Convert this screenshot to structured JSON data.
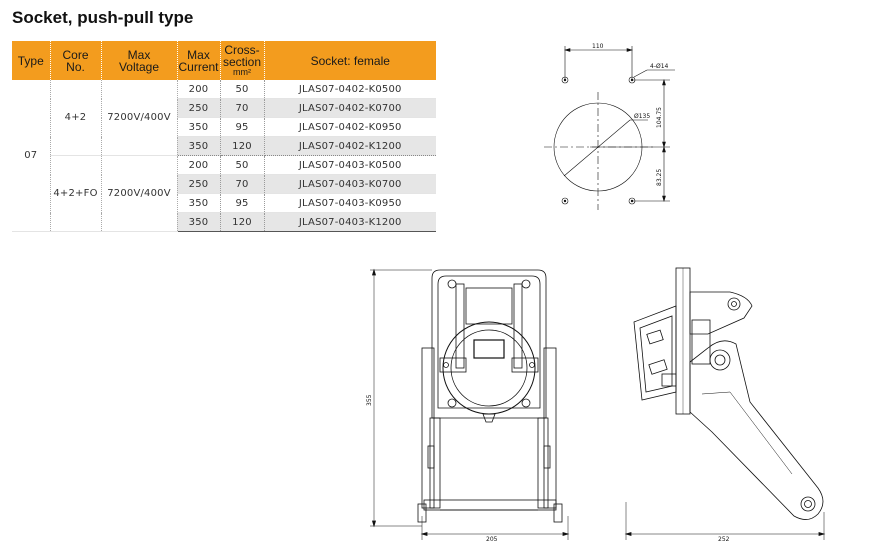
{
  "title": "Socket, push-pull type",
  "table": {
    "headers": [
      {
        "main": "Type",
        "sub": ""
      },
      {
        "main": "Core\nNo.",
        "sub": ""
      },
      {
        "main": "Max\nVoltage",
        "sub": ""
      },
      {
        "main": "Max\nCurrent",
        "sub": ""
      },
      {
        "main": "Cross-\nsection",
        "sub": "mm²"
      },
      {
        "main": "Socket: female",
        "sub": ""
      }
    ],
    "type": "07",
    "groups": [
      {
        "core": "4+2",
        "voltage": "7200V/400V",
        "rows": [
          {
            "current": "200",
            "section": "50",
            "socket": "JLAS07-0402-K0500"
          },
          {
            "current": "250",
            "section": "70",
            "socket": "JLAS07-0402-K0700"
          },
          {
            "current": "350",
            "section": "95",
            "socket": "JLAS07-0402-K0950"
          },
          {
            "current": "350",
            "section": "120",
            "socket": "JLAS07-0402-K1200"
          }
        ]
      },
      {
        "core": "4+2+FO",
        "voltage": "7200V/400V",
        "rows": [
          {
            "current": "200",
            "section": "50",
            "socket": "JLAS07-0403-K0500"
          },
          {
            "current": "250",
            "section": "70",
            "socket": "JLAS07-0403-K0700"
          },
          {
            "current": "350",
            "section": "95",
            "socket": "JLAS07-0403-K0950"
          },
          {
            "current": "350",
            "section": "120",
            "socket": "JLAS07-0403-K1200"
          }
        ]
      }
    ]
  },
  "drawing_top": {
    "dim_width": "110",
    "dim_holes": "4-Ø14",
    "dim_diameter": "Ø135",
    "dim_upper": "104.75",
    "dim_lower": "83.25"
  },
  "drawing_front": {
    "dim_height": "355",
    "dim_width": "205"
  },
  "drawing_side": {
    "dim_width": "252"
  },
  "colors": {
    "header_orange": "#f39c1e",
    "row_shade": "#e6e6e6"
  }
}
